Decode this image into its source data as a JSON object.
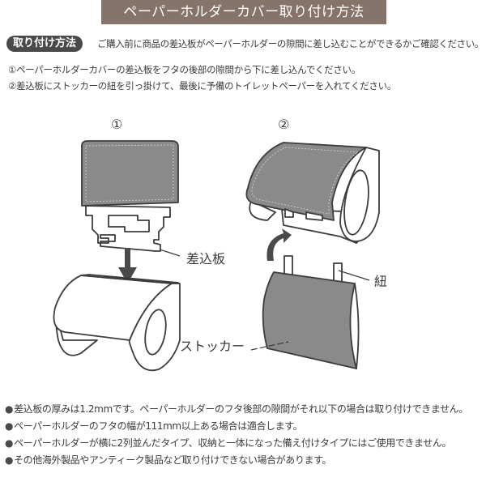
{
  "header": {
    "title": "ペーパーホルダーカバー取り付け方法"
  },
  "intro": {
    "badge": "取り付け方法",
    "text": "ご購入前に商品の差込板がペーパーホルダーの隙間に差し込むことができるかご確認ください。"
  },
  "steps": [
    "①ペーパーホルダーカバーの差込板をフタの後部の隙間から下に差し込んでください。",
    "②差込板にストッカーの紐を引っ掛けて、最後に予備のトイレットペーパーを入れてください。"
  ],
  "diagram": {
    "step1_number": "①",
    "step2_number": "②",
    "labels": {
      "insert_plate": "差込板",
      "stocker": "ストッカー",
      "string": "紐"
    },
    "colors": {
      "fabric": "#8a8a8a",
      "outline": "#3c3c3c",
      "arrow": "#4a4a4a"
    }
  },
  "notes": [
    "差込板の厚みは1.2mmです。ペーパーホルダーのフタ後部の隙間がそれ以下の場合は取り付けできません。",
    "ペーパーホルダーのフタの幅が111mm以上ある場合は適合します。",
    "ペーパーホルダーが横に2列並んだタイプ、収納と一体になった備え付けタイプにはご使用できません。",
    "その他海外製品やアンティーク製品など取り付けできない場合があります。"
  ],
  "bullet": "●",
  "brand_color": "#86746a"
}
